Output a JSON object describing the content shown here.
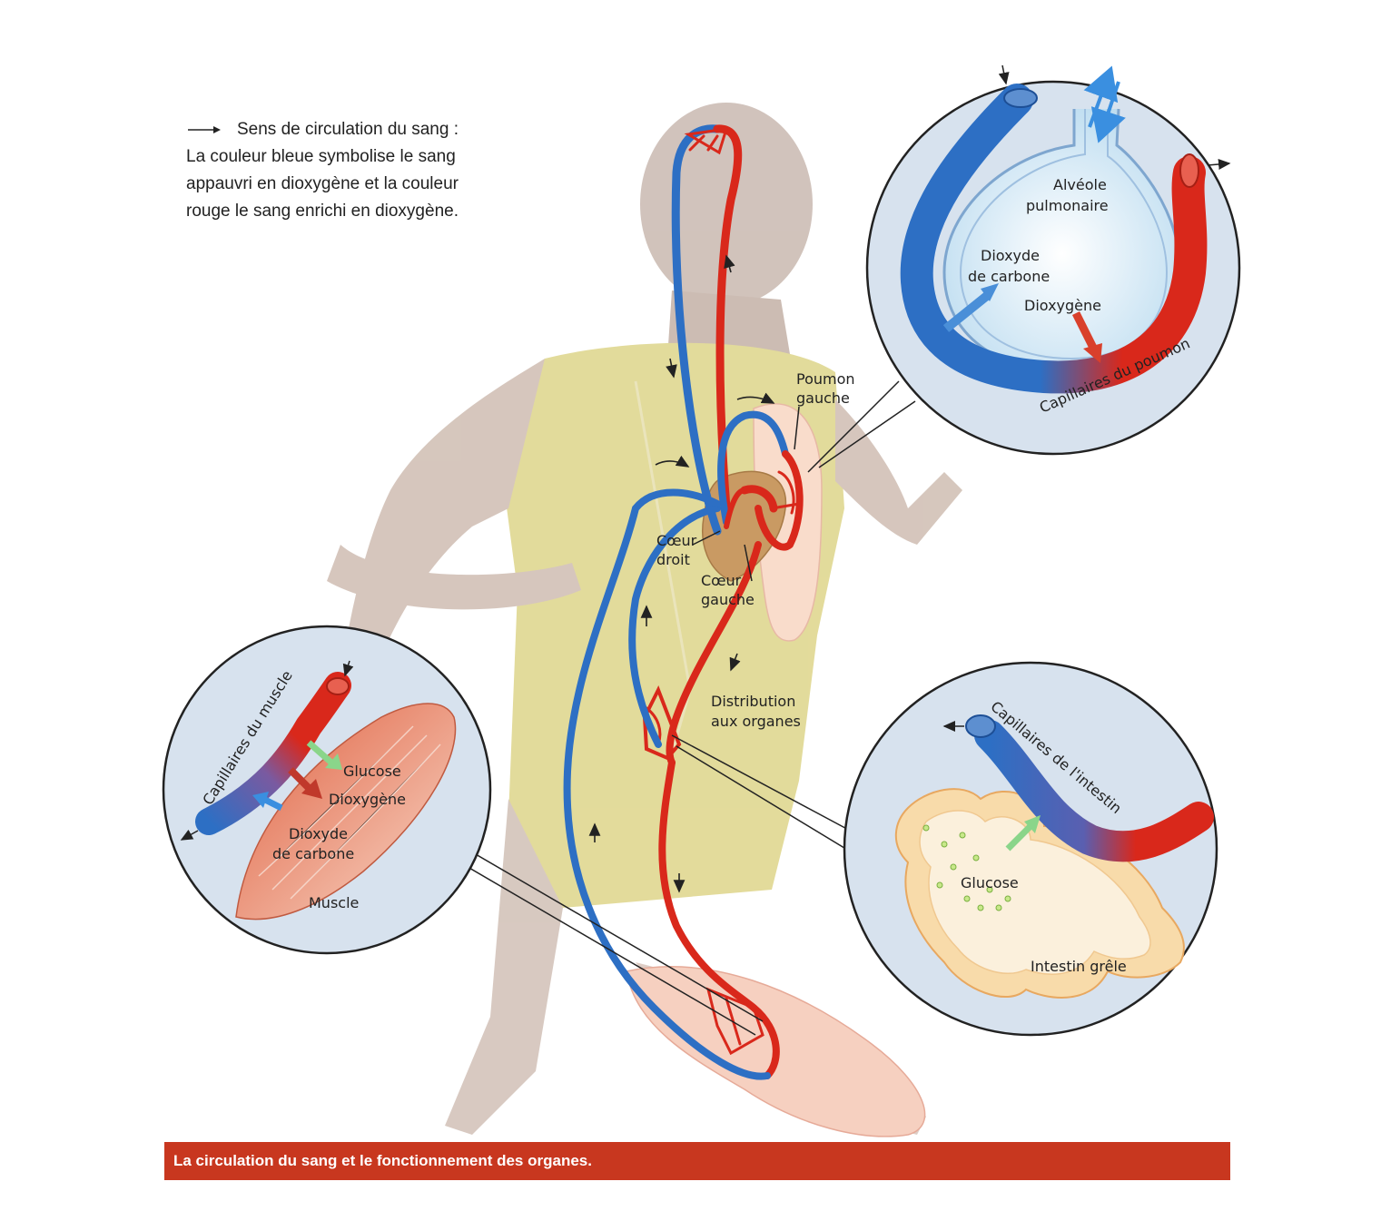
{
  "legend": {
    "arrow_label": "Sens de circulation du sang :",
    "line2": "La couleur bleue symbolise le sang",
    "line3": "appauvri en dioxygène et la couleur",
    "line4": "rouge le sang enrichi en dioxygène."
  },
  "body_labels": {
    "poumon_gauche_1": "Poumon",
    "poumon_gauche_2": "gauche",
    "coeur_droit_1": "Cœur",
    "coeur_droit_2": "droit",
    "coeur_gauche_1": "Cœur",
    "coeur_gauche_2": "gauche",
    "distribution_1": "Distribution",
    "distribution_2": "aux organes"
  },
  "lung_inset": {
    "alveole_1": "Alvéole",
    "alveole_2": "pulmonaire",
    "co2_1": "Dioxyde",
    "co2_2": "de carbone",
    "o2": "Dioxygène",
    "capillaries": "Capillaires du poumon"
  },
  "muscle_inset": {
    "capillaries": "Capillaires du muscle",
    "glucose": "Glucose",
    "o2": "Dioxygène",
    "co2_1": "Dioxyde",
    "co2_2": "de carbone",
    "muscle": "Muscle"
  },
  "intestine_inset": {
    "capillaries": "Capillaires de l'intestin",
    "glucose": "Glucose",
    "intestine": "Intestin grêle"
  },
  "caption": "La circulation du sang et le fonctionnement des organes.",
  "colors": {
    "oxygenated": "#d9281b",
    "deoxygenated": "#2d6fc4",
    "caption_bg": "#c8371f"
  }
}
